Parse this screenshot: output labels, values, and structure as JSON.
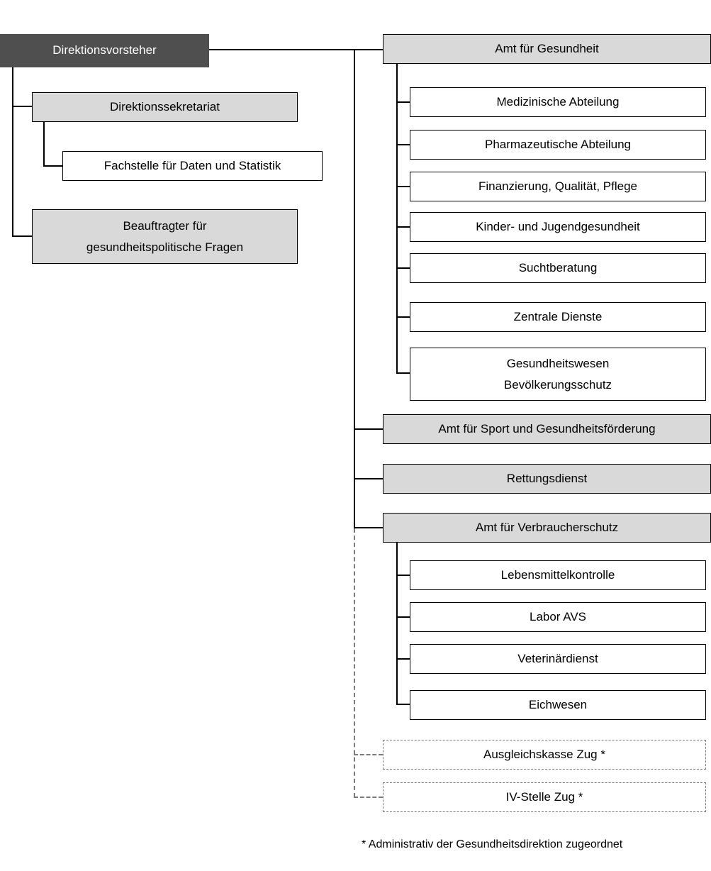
{
  "org": {
    "root": "Direktionsvorsteher",
    "sekretariat": "Direktionssekretariat",
    "fachstelle": "Fachstelle für Daten und Statistik",
    "beauftragter_line1": "Beauftragter für",
    "beauftragter_line2": "gesundheitspolitische Fragen",
    "amt_gesundheit": "Amt für Gesundheit",
    "gesundheit_children": [
      "Medizinische Abteilung",
      "Pharmazeutische Abteilung",
      "Finanzierung, Qualität, Pflege",
      "Kinder- und Jugendgesundheit",
      "Suchtberatung",
      "Zentrale Dienste"
    ],
    "gesundheit_last_line1": "Gesundheitswesen",
    "gesundheit_last_line2": "Bevölkerungsschutz",
    "amt_sport": "Amt für Sport und Gesundheitsförderung",
    "rettungsdienst": "Rettungsdienst",
    "amt_verbraucherschutz": "Amt für Verbraucherschutz",
    "verbraucherschutz_children": [
      "Lebensmittelkontrolle",
      "Labor AVS",
      "Veterinärdienst",
      "Eichwesen"
    ],
    "ausgleichskasse": "Ausgleichskasse Zug *",
    "iv_stelle": "IV-Stelle Zug *",
    "footnote": "* Administrativ der Gesundheitsdirektion zugeordnet"
  },
  "colors": {
    "dark_box": "#4f4f4f",
    "gray_box": "#d9d9d9",
    "line": "#000000",
    "dashed": "#7a7a7a"
  }
}
